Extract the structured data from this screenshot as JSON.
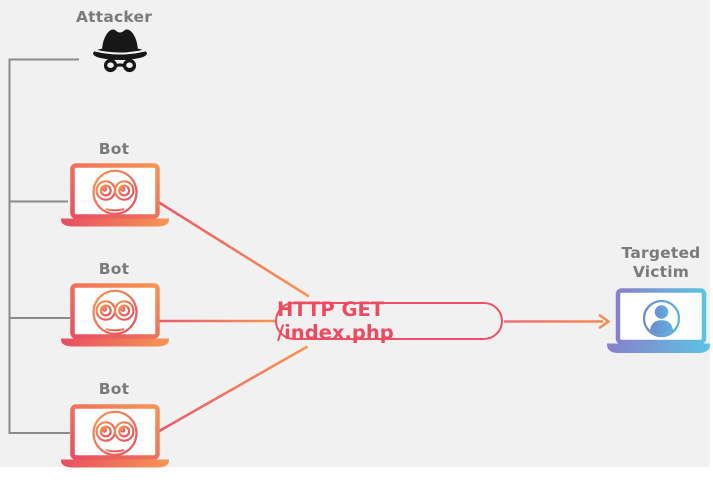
{
  "diagram": {
    "attacker": {
      "label": "Attacker",
      "icon": "spy-incognito-icon"
    },
    "bots": [
      {
        "label": "Bot",
        "icon": "robot-laptop-icon"
      },
      {
        "label": "Bot",
        "icon": "robot-laptop-icon"
      },
      {
        "label": "Bot",
        "icon": "robot-laptop-icon"
      }
    ],
    "request": {
      "label": "HTTP GET /index.php"
    },
    "victim": {
      "label": "Targeted Victim",
      "icon": "person-laptop-icon"
    }
  },
  "colors": {
    "background": "#f2f1f1",
    "connector_gray": "#8a8a8a",
    "label_gray": "#7a7a7a",
    "icon_black": "#171717",
    "warm_orange": "#f79552",
    "warm_pink": "#e84e62",
    "line_pink": "#e85a6c",
    "line_orange": "#f79552",
    "arrow_pink": "#ee6e7e",
    "arrow_orange": "#f68b4b",
    "pill_border": "#ee5166",
    "pill_text": "#ed4b60",
    "cool_purple": "#8781cb",
    "cool_blue": "#5cc3e2",
    "person_purple": "#7287d0",
    "person_blue": "#5ab5de",
    "screen_white": "#ffffff"
  }
}
